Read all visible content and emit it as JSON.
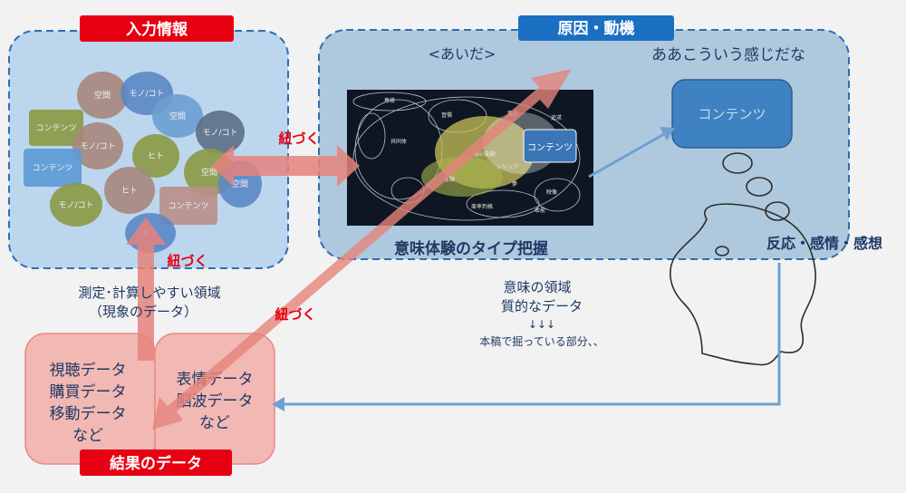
{
  "input_box": {
    "title": "入力情報"
  },
  "bubbles": [
    {
      "text": "空間",
      "color": "#a6877b"
    },
    {
      "text": "モノ/コト",
      "color": "#5b87c4"
    },
    {
      "text": "空間",
      "color": "#6b9ed0"
    },
    {
      "text": "コンテンツ",
      "color": "#8a9a44"
    },
    {
      "text": "モノ/コト",
      "color": "#a6877b"
    },
    {
      "text": "ヒト",
      "color": "#8a9a44"
    },
    {
      "text": "モノ/コト",
      "color": "#5b6f86"
    },
    {
      "text": "コンテンツ",
      "color": "#5b9ad6"
    },
    {
      "text": "ヒト",
      "color": "#a6877b"
    },
    {
      "text": "空間",
      "color": "#8a9a44"
    },
    {
      "text": "空間",
      "color": "#5b87c4"
    },
    {
      "text": "モノ/コト",
      "color": "#8a9a44"
    },
    {
      "text": "コンテンツ",
      "color": "#b88f86"
    },
    {
      "text": "ヒト",
      "color": "#5b87c4"
    }
  ],
  "cause_box": {
    "title": "原因・動機",
    "aida": "<あいだ>",
    "thought": "ああこういう感じだな",
    "contents_label": "コンテンツ",
    "caption": "意味体験のタイプ把握",
    "reaction": "反応・感情・感想"
  },
  "map_image": {
    "contents_label": "コンテンツ",
    "labels": [
      "専修",
      "",
      "習慣",
      "原型",
      "",
      "レリック",
      "追求",
      "",
      "共同体",
      "強い能動",
      "",
      "体験",
      "夢",
      "映像",
      "楽率判格",
      "本能"
    ]
  },
  "links": {
    "link_top": "紐づく",
    "link_left": "紐づく",
    "link_diag": "紐づく"
  },
  "measure_caption": {
    "line1": "測定･計算しやすい領域",
    "line2": "（現象のデータ）"
  },
  "meaning_caption": {
    "line1": "意味の領域",
    "line2": "質的なデータ",
    "arrows": "↓↓↓",
    "line3": "本稿で掘っている部分、、"
  },
  "result_box": {
    "title": "結果のデータ",
    "left_lines": [
      "視聴データ",
      "購買データ",
      "移動データ",
      "など"
    ],
    "right_lines": [
      "表情データ",
      "脳波データ",
      "など"
    ]
  },
  "colors": {
    "red_label": "#e60012",
    "blue_label": "#1b6fc2",
    "navy_text": "#1f3864",
    "input_fill": "#bcd6ee",
    "cause_fill": "#aec9de",
    "result_fill": "#f2b8b3",
    "arrow_red": "#e5837b",
    "arrow_blue": "#6fa0d2"
  }
}
